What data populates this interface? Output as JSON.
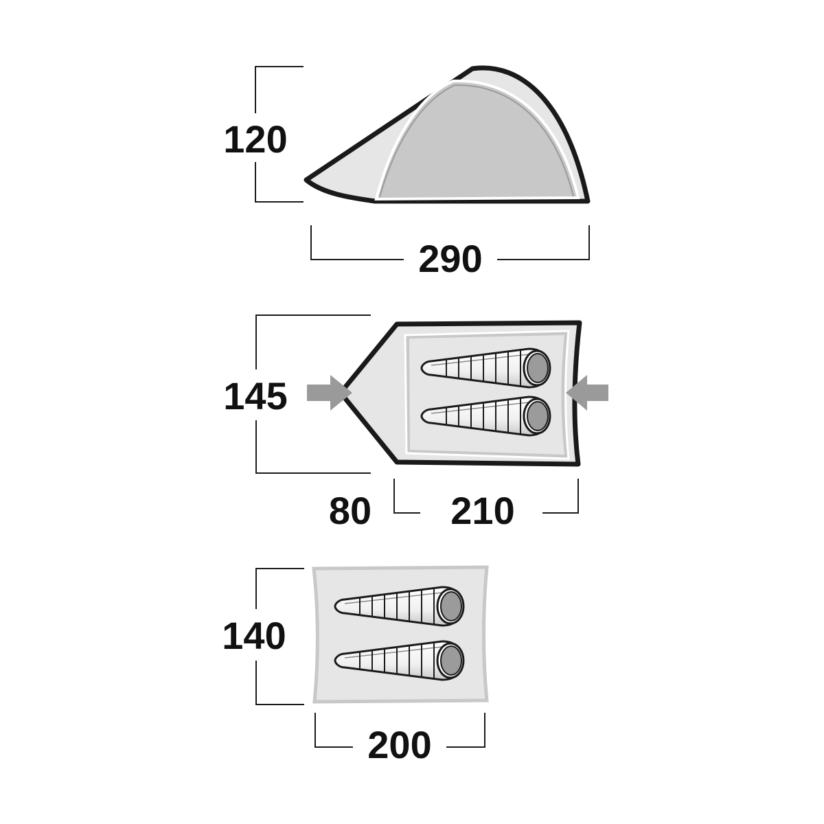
{
  "colors": {
    "outline": "#1a1a1a",
    "fill_light": "#e6e6e6",
    "fill_mid": "#c8c8c8",
    "inner_line": "#a0a0a0",
    "head": "#9b9b9b",
    "arrow": "#9a9a9a"
  },
  "side_view": {
    "height_label": "120",
    "length_label": "290"
  },
  "top_view": {
    "width_label": "145",
    "vestibule_label": "80",
    "inner_length_label": "210"
  },
  "floor_view": {
    "width_label": "140",
    "length_label": "200"
  },
  "icons": [
    "side-entrance-arrow-icon",
    "sleeping-bag-icon"
  ]
}
